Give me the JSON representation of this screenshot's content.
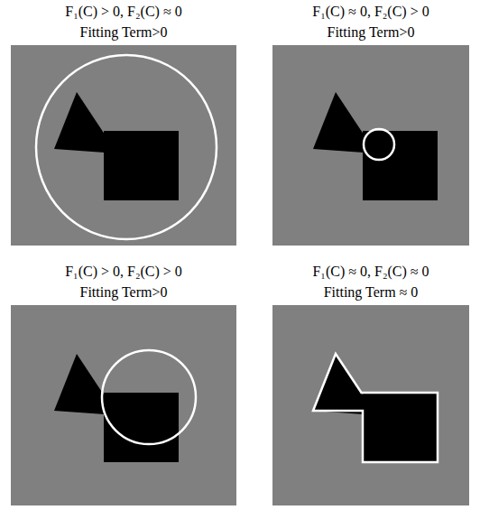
{
  "diagram": {
    "labels": [
      "F₁(C) > 0, F₂(C) ≈ 0",
      "Fitting Term>0",
      "F₁(C) ≈ 0, F₂(C) > 0",
      "Fitting Term>0",
      "F₁(C) > 0, F₂(C) > 0",
      "Fitting Term>0",
      "F₁(C) ≈ 0, F₂(C) ≈ 0",
      "Fitting Term ≈ 0"
    ]
  }
}
